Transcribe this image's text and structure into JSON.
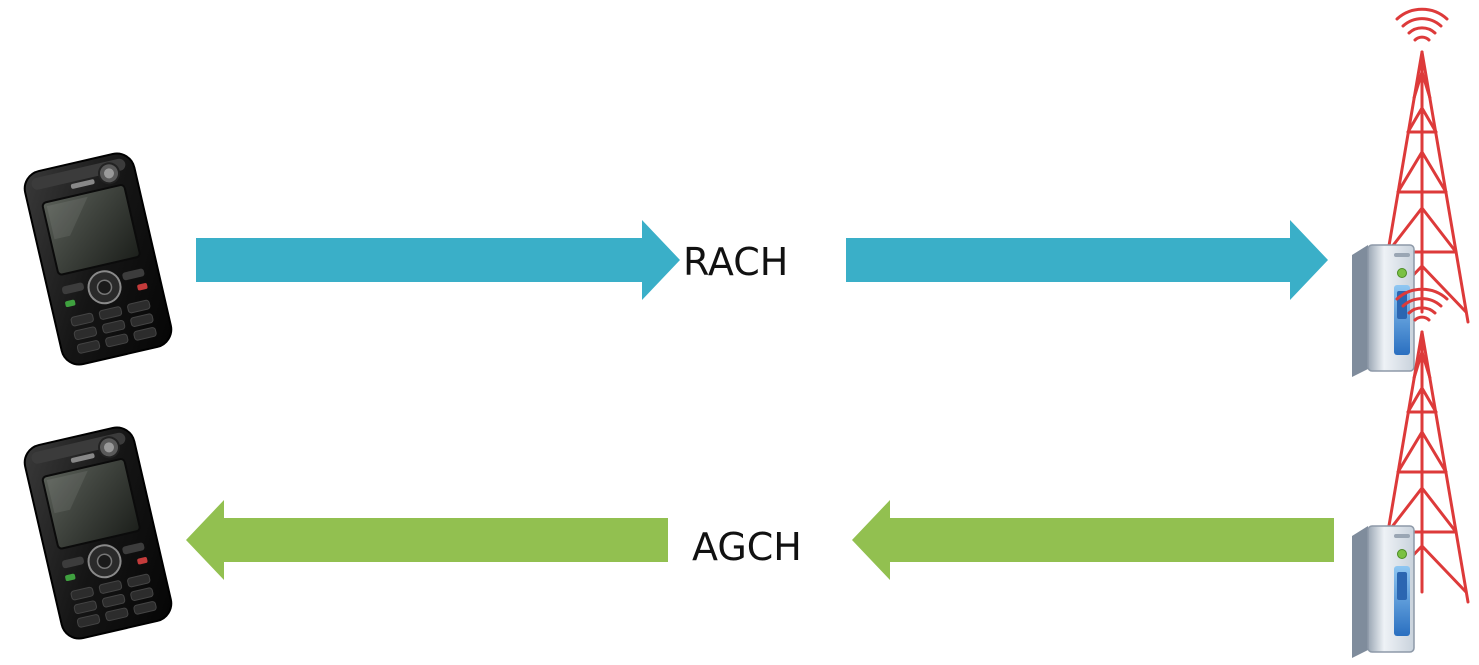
{
  "flows": [
    {
      "label": "RACH",
      "direction": "phone-to-tower",
      "color": "#3aafc8"
    },
    {
      "label": "AGCH",
      "direction": "tower-to-phone",
      "color": "#92c050"
    }
  ],
  "colors": {
    "tower": "#dd3a3a",
    "phone_body": "#141414",
    "server_body": "#dfe6ee",
    "server_accent": "#3f8ad6"
  },
  "icons": {
    "phone": "mobile-phone-icon",
    "tower": "cell-tower-icon",
    "server": "base-station-server-icon"
  }
}
